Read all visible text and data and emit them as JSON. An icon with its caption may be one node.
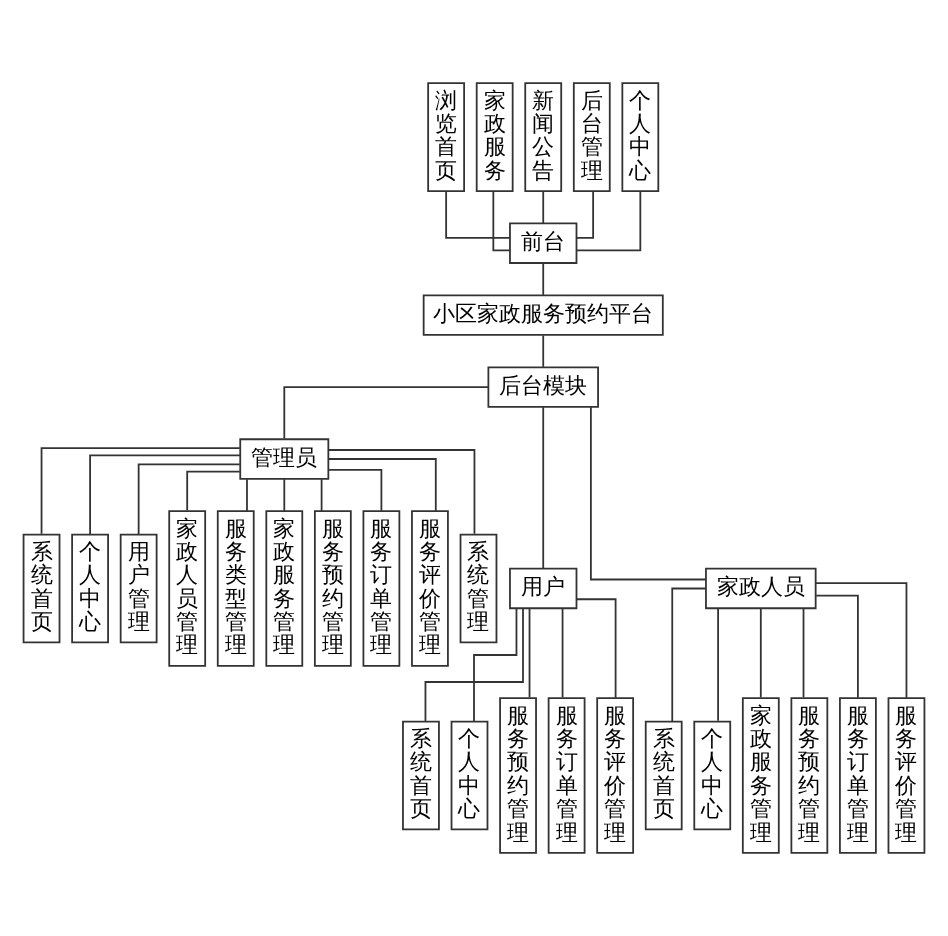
{
  "diagram": {
    "nodes": [
      {
        "text": [
          "浏览首页"
        ]
      },
      {
        "text": [
          "家政服务"
        ]
      },
      {
        "text": [
          "新闻公告"
        ]
      },
      {
        "text": [
          "后台管理"
        ]
      },
      {
        "text": [
          "个人中心"
        ]
      },
      {
        "text": [
          "前台"
        ]
      },
      {
        "text": [
          "小区家政服务预约平台"
        ]
      },
      {
        "text": [
          "后台模块"
        ]
      },
      {
        "text": [
          "管理员"
        ]
      },
      {
        "text": [
          "系统首页"
        ]
      },
      {
        "text": [
          "个人中心"
        ]
      },
      {
        "text": [
          "用户管理"
        ]
      },
      {
        "text": [
          "家政人员管理"
        ]
      },
      {
        "text": [
          "服务类型管理"
        ]
      },
      {
        "text": [
          "家政服务管理"
        ]
      },
      {
        "text": [
          "服务预约管理"
        ]
      },
      {
        "text": [
          "服务订单管理"
        ]
      },
      {
        "text": [
          "服务评价管理"
        ]
      },
      {
        "text": [
          "系统管理"
        ]
      },
      {
        "text": [
          "用户"
        ]
      },
      {
        "text": [
          "家政人员"
        ]
      },
      {
        "text": [
          "系统首页"
        ]
      },
      {
        "text": [
          "个人中心"
        ]
      },
      {
        "text": [
          "服务预约管理"
        ]
      },
      {
        "text": [
          "服务订单管理"
        ]
      },
      {
        "text": [
          "服务评价管理"
        ]
      },
      {
        "text": [
          "系统首页"
        ]
      },
      {
        "text": [
          "个人中心"
        ]
      },
      {
        "text": [
          "家政服务管理"
        ]
      },
      {
        "text": [
          "服务预约管理"
        ]
      },
      {
        "text": [
          "服务订单管理"
        ]
      },
      {
        "text": [
          "服务评价管理"
        ]
      }
    ],
    "edges": [
      {
        "from": 0,
        "to": 5,
        "arrow": "none"
      },
      {
        "from": 1,
        "to": 5,
        "arrow": "none"
      },
      {
        "from": 2,
        "to": 5,
        "arrow": "none"
      },
      {
        "from": 3,
        "to": 5,
        "arrow": "none"
      },
      {
        "from": 4,
        "to": 5,
        "arrow": "none"
      },
      {
        "from": 5,
        "to": 6,
        "arrow": "none"
      },
      {
        "from": 6,
        "to": 7,
        "arrow": "none"
      },
      {
        "from": 7,
        "to": 8,
        "arrow": "none"
      },
      {
        "from": 7,
        "to": 19,
        "arrow": "none"
      },
      {
        "from": 7,
        "to": 20,
        "arrow": "none"
      },
      {
        "from": 8,
        "to": 9,
        "arrow": "none"
      },
      {
        "from": 8,
        "to": 10,
        "arrow": "none"
      },
      {
        "from": 8,
        "to": 11,
        "arrow": "none"
      },
      {
        "from": 8,
        "to": 12,
        "arrow": "none"
      },
      {
        "from": 8,
        "to": 13,
        "arrow": "none"
      },
      {
        "from": 8,
        "to": 14,
        "arrow": "none"
      },
      {
        "from": 8,
        "to": 15,
        "arrow": "none"
      },
      {
        "from": 8,
        "to": 16,
        "arrow": "none"
      },
      {
        "from": 8,
        "to": 17,
        "arrow": "none"
      },
      {
        "from": 8,
        "to": 18,
        "arrow": "none"
      },
      {
        "from": 19,
        "to": 21,
        "arrow": "none"
      },
      {
        "from": 19,
        "to": 22,
        "arrow": "none"
      },
      {
        "from": 19,
        "to": 23,
        "arrow": "none"
      },
      {
        "from": 19,
        "to": 24,
        "arrow": "none"
      },
      {
        "from": 19,
        "to": 25,
        "arrow": "none"
      },
      {
        "from": 20,
        "to": 26,
        "arrow": "none"
      },
      {
        "from": 20,
        "to": 27,
        "arrow": "none"
      },
      {
        "from": 20,
        "to": 28,
        "arrow": "none"
      },
      {
        "from": 20,
        "to": 29,
        "arrow": "none"
      },
      {
        "from": 20,
        "to": 30,
        "arrow": "none"
      },
      {
        "from": 20,
        "to": 31,
        "arrow": "none"
      }
    ]
  }
}
